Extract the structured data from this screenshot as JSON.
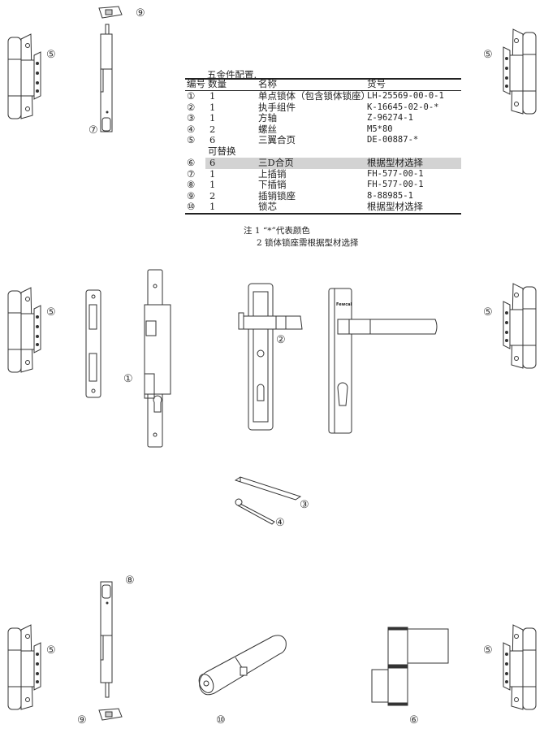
{
  "table": {
    "title": "五金件配置.",
    "headers": [
      "编号",
      "数量",
      "名称",
      "货号"
    ],
    "rows": [
      {
        "no": "①",
        "qty": "1",
        "name": "单点锁体（包含锁体锁座）",
        "code": "LH-25569-00-0-1"
      },
      {
        "no": "②",
        "qty": "1",
        "name": "执手组件",
        "code": "K-16645-02-0-*"
      },
      {
        "no": "③",
        "qty": "1",
        "name": "方轴",
        "code": "Z-96274-1"
      },
      {
        "no": "④",
        "qty": "2",
        "name": "螺丝",
        "code": "M5*80"
      },
      {
        "no": "⑤",
        "qty": "6",
        "name": "三翼合页",
        "code": "DE-00887-*"
      }
    ],
    "alt_label": "可替换",
    "alt_rows": [
      {
        "no": "⑥",
        "qty": "6",
        "name": "三D合页",
        "code": "根据型材选择",
        "highlight": true
      },
      {
        "no": "⑦",
        "qty": "1",
        "name": "上插销",
        "code": "FH-577-00-1"
      },
      {
        "no": "⑧",
        "qty": "1",
        "name": "下插销",
        "code": "FH-577-00-1"
      },
      {
        "no": "⑨",
        "qty": "2",
        "name": "插销锁座",
        "code": "8-88985-1"
      },
      {
        "no": "⑩",
        "qty": "1",
        "name": "锁芯",
        "code": "根据型材选择"
      }
    ],
    "notes": [
      "注 1 “*”代表颜色",
      "2  锁体锁座需根据型材选择"
    ]
  },
  "callouts": {
    "c1": "①",
    "c2": "②",
    "c3": "③",
    "c4": "④",
    "c5": "⑤",
    "c6": "⑥",
    "c7": "⑦",
    "c8": "⑧",
    "c9": "⑨",
    "c10": "⑩"
  },
  "handle_logo": "Fewcal"
}
